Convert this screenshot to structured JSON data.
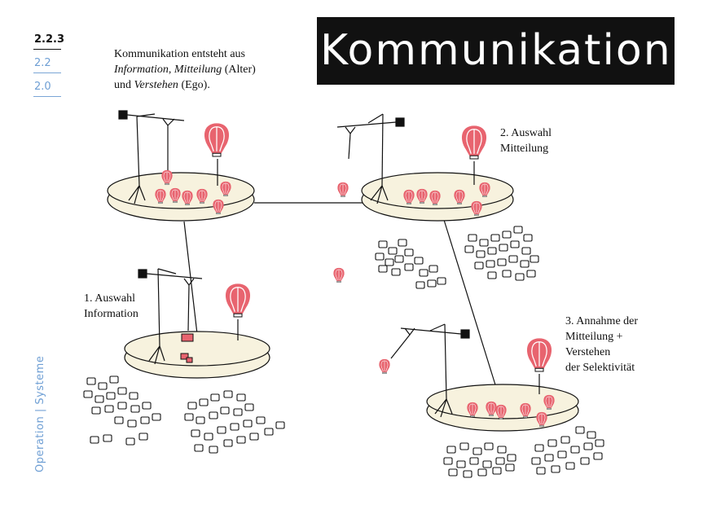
{
  "nav": {
    "items": [
      "2.2.3",
      "2.2",
      "2.0"
    ]
  },
  "side_label": "Operation | Systeme",
  "title": "Kommunikation",
  "intro": {
    "prefix": "Kommunikation entsteht aus",
    "term1": "Information",
    "sep": ", ",
    "term2": "Mitteilung",
    "alter": " (Alter)",
    "und": "und ",
    "term3": "Verstehen",
    "ego": " (Ego)."
  },
  "labels": {
    "one_l1": "1. Auswahl",
    "one_l2": "Information",
    "two_l1": "2. Auswahl",
    "two_l2": "Mitteilung",
    "three_l1": "3. Annahme der",
    "three_l2": "Mitteilung +",
    "three_l3": "Verstehen",
    "three_l4": "der Selektivität"
  },
  "colors": {
    "accent": "#e8646f",
    "disc": "#f7f2de",
    "ink": "#111111",
    "nav": "#6f9fd4"
  },
  "icons": [
    "balloon-icon",
    "camera-crane-icon",
    "speech-bubble-cluster-icon"
  ]
}
